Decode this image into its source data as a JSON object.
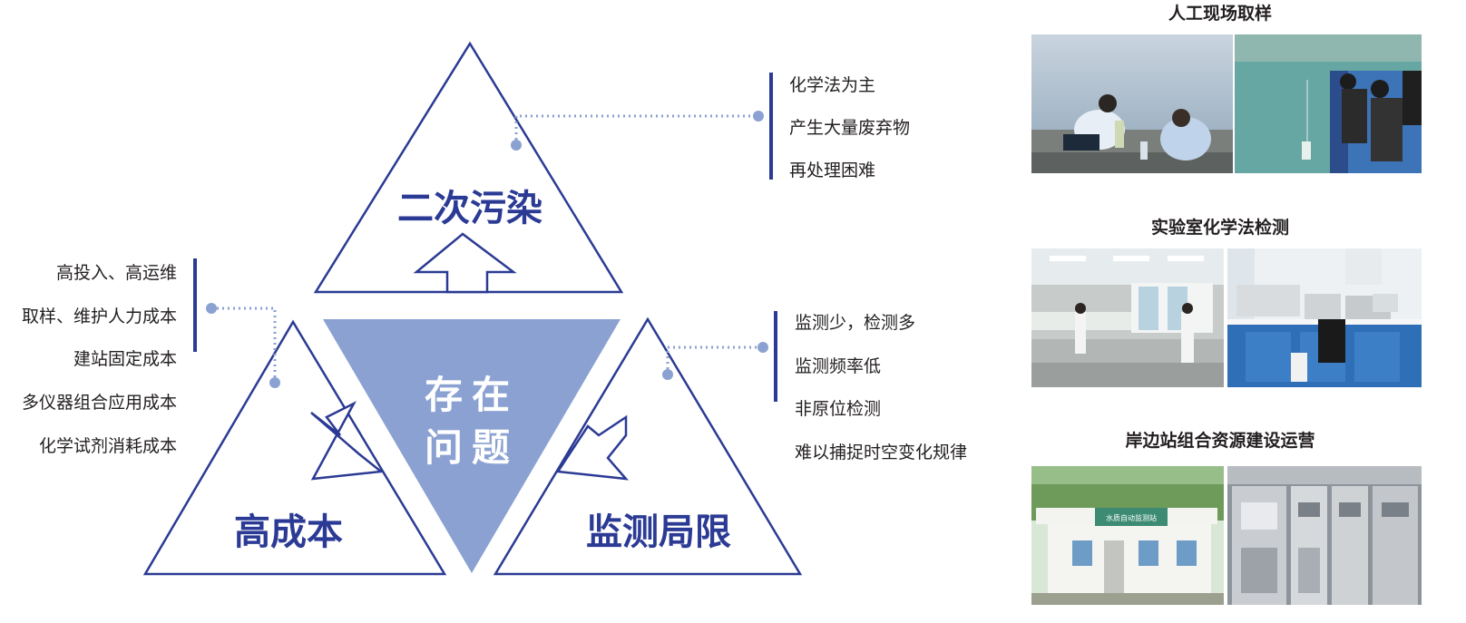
{
  "center": {
    "line1": "存在",
    "line2": "问题"
  },
  "triangles": {
    "top": {
      "label": "二次污染"
    },
    "left": {
      "label": "高成本"
    },
    "right": {
      "label": "监测局限"
    }
  },
  "notes": {
    "top": [
      "化学法为主",
      "产生大量废弃物",
      "再处理困难"
    ],
    "left": [
      "高投入、高运维",
      "取样、维护人力成本",
      "建站固定成本",
      "多仪器组合应用成本",
      "化学试剂消耗成本"
    ],
    "right": [
      "监测少，检测多",
      "监测频率低",
      "非原位检测",
      "难以捕捉时空变化规律"
    ]
  },
  "photos": {
    "sampling": {
      "title": "人工现场取样"
    },
    "lab": {
      "title": "实验室化学法检测"
    },
    "station": {
      "title": "岸边站组合资源建设运营",
      "sign": "水质自动监测站"
    }
  },
  "colors": {
    "outline": "#2b3a94",
    "fill": "#8aa1d2",
    "dot": "#8aa1d2",
    "label": "#2b3a94",
    "bar": "#2b3a94"
  },
  "icons": [
    "up-arrow-icon",
    "down-right-arrow-icon",
    "down-left-arrow-icon"
  ]
}
